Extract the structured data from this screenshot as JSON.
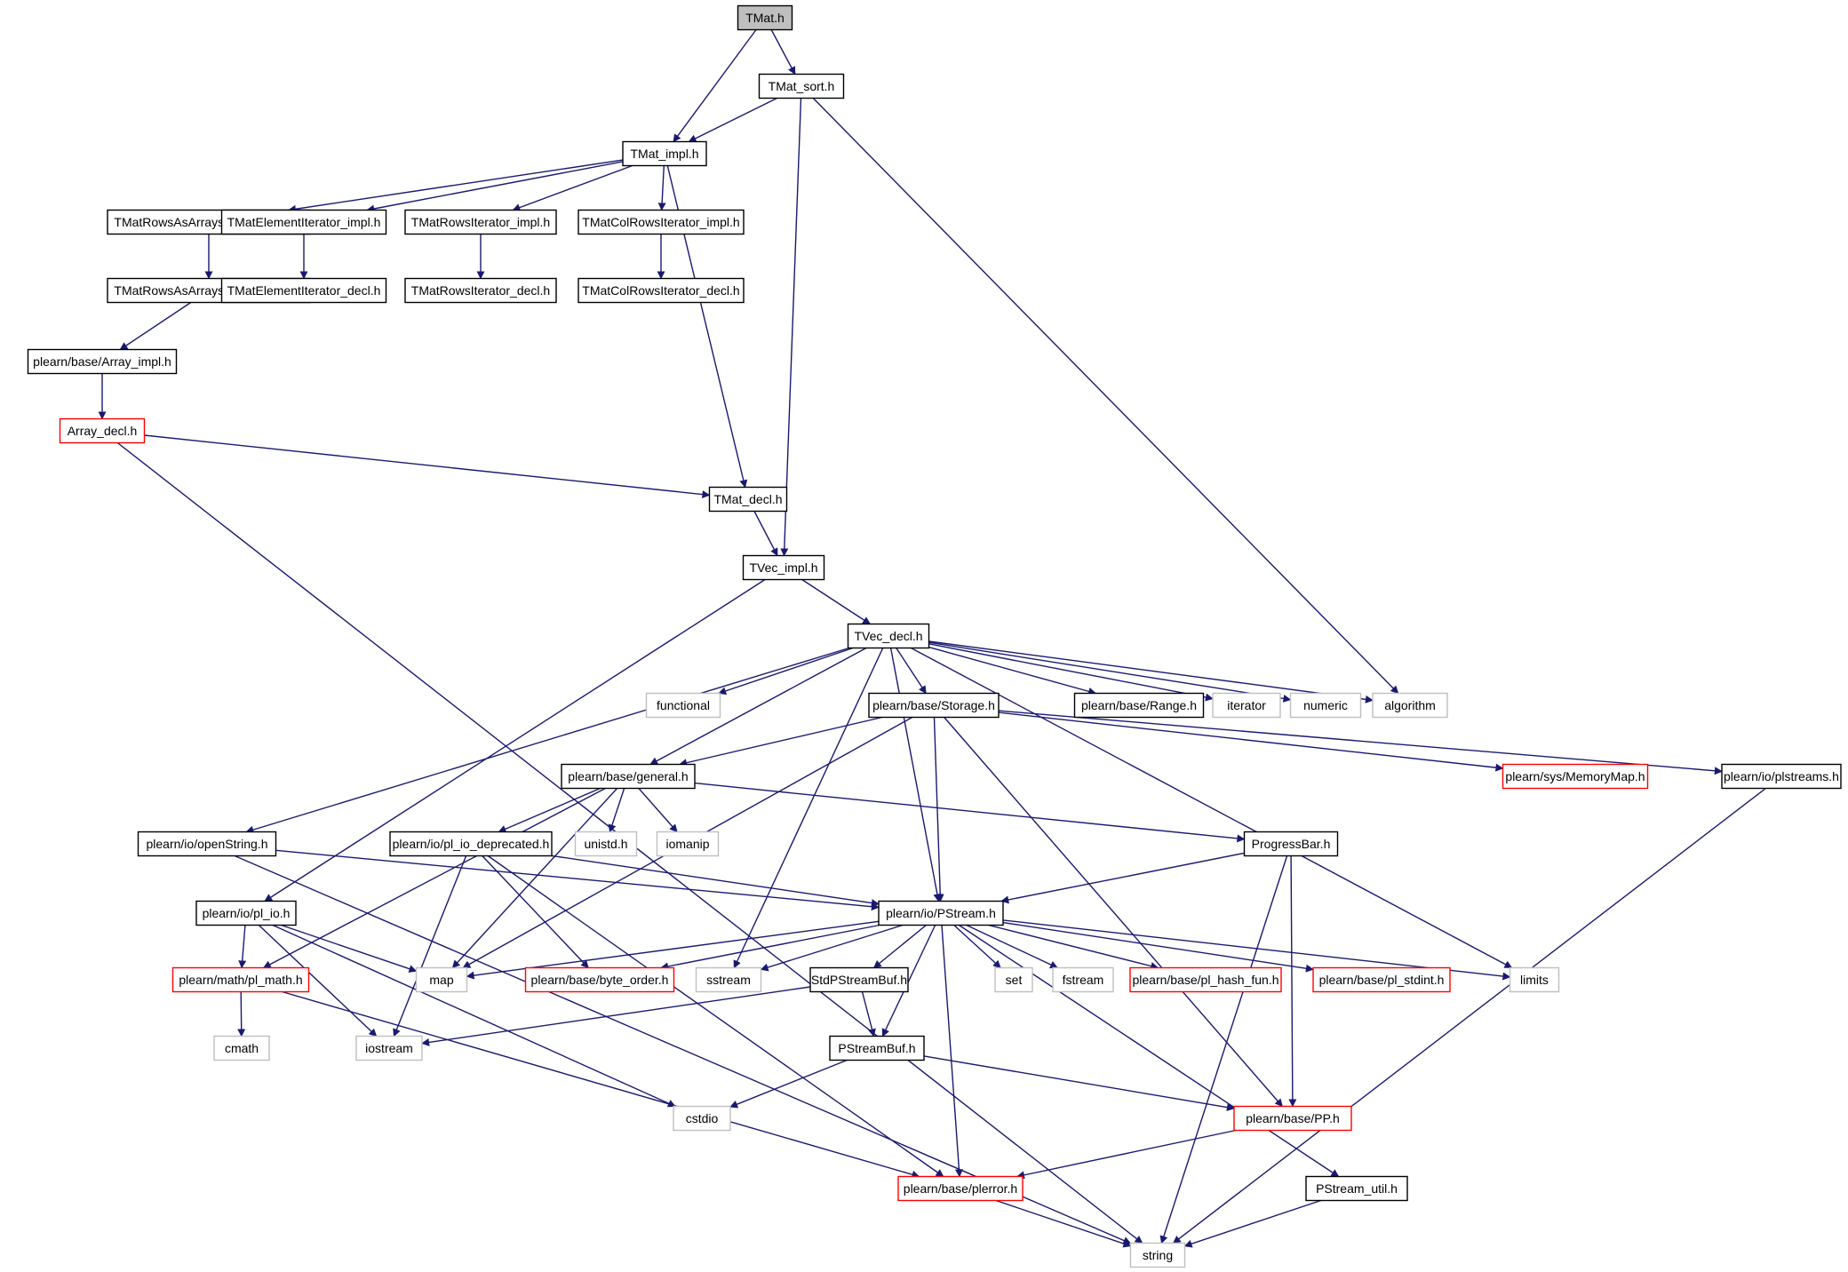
{
  "colors": {
    "edge": "#191970",
    "root_fill": "#bfbfbf",
    "border_default": "#000000",
    "border_truncated": "#ff0000",
    "border_system": "#bfbfbf",
    "fill": "#ffffff"
  },
  "nodes": [
    {
      "id": "TMat",
      "label": "TMat.h",
      "kind": "root"
    },
    {
      "id": "TMat_sort",
      "label": "TMat_sort.h",
      "kind": "default"
    },
    {
      "id": "TMat_impl",
      "label": "TMat_impl.h",
      "kind": "default"
    },
    {
      "id": "TMatRowsAsArraysIterator_impl",
      "label": "TMatRowsAsArraysIterator_impl.h",
      "kind": "default"
    },
    {
      "id": "TMatElementIterator_impl",
      "label": "TMatElementIterator_impl.h",
      "kind": "default"
    },
    {
      "id": "TMatRowsIterator_impl",
      "label": "TMatRowsIterator_impl.h",
      "kind": "default"
    },
    {
      "id": "TMatColRowsIterator_impl",
      "label": "TMatColRowsIterator_impl.h",
      "kind": "default"
    },
    {
      "id": "TMatRowsAsArraysIterator_decl",
      "label": "TMatRowsAsArraysIterator_decl.h",
      "kind": "default"
    },
    {
      "id": "TMatElementIterator_decl",
      "label": "TMatElementIterator_decl.h",
      "kind": "default"
    },
    {
      "id": "TMatRowsIterator_decl",
      "label": "TMatRowsIterator_decl.h",
      "kind": "default"
    },
    {
      "id": "TMatColRowsIterator_decl",
      "label": "TMatColRowsIterator_decl.h",
      "kind": "default"
    },
    {
      "id": "Array_impl",
      "label": "plearn/base/Array_impl.h",
      "kind": "default"
    },
    {
      "id": "Array_decl",
      "label": "Array_decl.h",
      "kind": "truncated"
    },
    {
      "id": "TMat_decl",
      "label": "TMat_decl.h",
      "kind": "default"
    },
    {
      "id": "TVec_impl",
      "label": "TVec_impl.h",
      "kind": "default"
    },
    {
      "id": "TVec_decl",
      "label": "TVec_decl.h",
      "kind": "default"
    },
    {
      "id": "functional",
      "label": "functional",
      "kind": "system"
    },
    {
      "id": "Storage",
      "label": "plearn/base/Storage.h",
      "kind": "default"
    },
    {
      "id": "Range",
      "label": "plearn/base/Range.h",
      "kind": "default"
    },
    {
      "id": "iterator",
      "label": "iterator",
      "kind": "system"
    },
    {
      "id": "numeric",
      "label": "numeric",
      "kind": "system"
    },
    {
      "id": "algorithm",
      "label": "algorithm",
      "kind": "system"
    },
    {
      "id": "general",
      "label": "plearn/base/general.h",
      "kind": "default"
    },
    {
      "id": "MemoryMap",
      "label": "plearn/sys/MemoryMap.h",
      "kind": "truncated"
    },
    {
      "id": "plstreams",
      "label": "plearn/io/plstreams.h",
      "kind": "default"
    },
    {
      "id": "openString",
      "label": "plearn/io/openString.h",
      "kind": "default"
    },
    {
      "id": "pl_io_deprecated",
      "label": "plearn/io/pl_io_deprecated.h",
      "kind": "default"
    },
    {
      "id": "unistd",
      "label": "unistd.h",
      "kind": "system"
    },
    {
      "id": "iomanip",
      "label": "iomanip",
      "kind": "system"
    },
    {
      "id": "ProgressBar",
      "label": "ProgressBar.h",
      "kind": "default"
    },
    {
      "id": "pl_io",
      "label": "plearn/io/pl_io.h",
      "kind": "default"
    },
    {
      "id": "PStream",
      "label": "plearn/io/PStream.h",
      "kind": "default"
    },
    {
      "id": "pl_math",
      "label": "plearn/math/pl_math.h",
      "kind": "truncated"
    },
    {
      "id": "map",
      "label": "map",
      "kind": "system"
    },
    {
      "id": "byte_order",
      "label": "plearn/base/byte_order.h",
      "kind": "truncated"
    },
    {
      "id": "sstream",
      "label": "sstream",
      "kind": "system"
    },
    {
      "id": "StdPStreamBuf",
      "label": "StdPStreamBuf.h",
      "kind": "default"
    },
    {
      "id": "set",
      "label": "set",
      "kind": "system"
    },
    {
      "id": "fstream",
      "label": "fstream",
      "kind": "system"
    },
    {
      "id": "pl_hash_fun",
      "label": "plearn/base/pl_hash_fun.h",
      "kind": "truncated"
    },
    {
      "id": "pl_stdint",
      "label": "plearn/base/pl_stdint.h",
      "kind": "truncated"
    },
    {
      "id": "limits",
      "label": "limits",
      "kind": "system"
    },
    {
      "id": "cmath",
      "label": "cmath",
      "kind": "system"
    },
    {
      "id": "iostream",
      "label": "iostream",
      "kind": "system"
    },
    {
      "id": "PStreamBuf",
      "label": "PStreamBuf.h",
      "kind": "default"
    },
    {
      "id": "cstdio",
      "label": "cstdio",
      "kind": "system"
    },
    {
      "id": "PP",
      "label": "plearn/base/PP.h",
      "kind": "truncated"
    },
    {
      "id": "plerror",
      "label": "plearn/base/plerror.h",
      "kind": "truncated"
    },
    {
      "id": "PStream_util",
      "label": "PStream_util.h",
      "kind": "default"
    },
    {
      "id": "string",
      "label": "string",
      "kind": "system"
    }
  ],
  "edges": [
    [
      "TMat",
      "TMat_sort"
    ],
    [
      "TMat",
      "TMat_impl"
    ],
    [
      "TMat_sort",
      "TMat_impl"
    ],
    [
      "TMat_sort",
      "TVec_impl"
    ],
    [
      "TMat_sort",
      "algorithm"
    ],
    [
      "TMat_impl",
      "TMatRowsAsArraysIterator_impl"
    ],
    [
      "TMat_impl",
      "TMatElementIterator_impl"
    ],
    [
      "TMat_impl",
      "TMatRowsIterator_impl"
    ],
    [
      "TMat_impl",
      "TMatColRowsIterator_impl"
    ],
    [
      "TMat_impl",
      "TMat_decl"
    ],
    [
      "TMatRowsAsArraysIterator_impl",
      "TMatRowsAsArraysIterator_decl"
    ],
    [
      "TMatElementIterator_impl",
      "TMatElementIterator_decl"
    ],
    [
      "TMatRowsIterator_impl",
      "TMatRowsIterator_decl"
    ],
    [
      "TMatColRowsIterator_impl",
      "TMatColRowsIterator_decl"
    ],
    [
      "TMatRowsAsArraysIterator_decl",
      "Array_impl"
    ],
    [
      "Array_impl",
      "Array_decl"
    ],
    [
      "Array_decl",
      "TMat_decl"
    ],
    [
      "Array_decl",
      "string"
    ],
    [
      "TMat_decl",
      "TVec_impl"
    ],
    [
      "TVec_impl",
      "TVec_decl"
    ],
    [
      "TVec_impl",
      "pl_io"
    ],
    [
      "TVec_decl",
      "functional"
    ],
    [
      "TVec_decl",
      "Storage"
    ],
    [
      "TVec_decl",
      "Range"
    ],
    [
      "TVec_decl",
      "iterator"
    ],
    [
      "TVec_decl",
      "numeric"
    ],
    [
      "TVec_decl",
      "algorithm"
    ],
    [
      "TVec_decl",
      "general"
    ],
    [
      "TVec_decl",
      "openString"
    ],
    [
      "TVec_decl",
      "PStream"
    ],
    [
      "TVec_decl",
      "sstream"
    ],
    [
      "TVec_decl",
      "limits"
    ],
    [
      "Storage",
      "general"
    ],
    [
      "Storage",
      "MemoryMap"
    ],
    [
      "Storage",
      "plstreams"
    ],
    [
      "Storage",
      "PStream"
    ],
    [
      "Storage",
      "map"
    ],
    [
      "Storage",
      "PP"
    ],
    [
      "general",
      "pl_io_deprecated"
    ],
    [
      "general",
      "unistd"
    ],
    [
      "general",
      "iomanip"
    ],
    [
      "general",
      "ProgressBar"
    ],
    [
      "general",
      "map"
    ],
    [
      "general",
      "pl_math"
    ],
    [
      "openString",
      "PStream"
    ],
    [
      "openString",
      "string"
    ],
    [
      "pl_io_deprecated",
      "PStream"
    ],
    [
      "pl_io_deprecated",
      "byte_order"
    ],
    [
      "pl_io_deprecated",
      "iostream"
    ],
    [
      "pl_io_deprecated",
      "plerror"
    ],
    [
      "ProgressBar",
      "PStream"
    ],
    [
      "ProgressBar",
      "PP"
    ],
    [
      "ProgressBar",
      "string"
    ],
    [
      "pl_io",
      "pl_math"
    ],
    [
      "pl_io",
      "map"
    ],
    [
      "pl_io",
      "iostream"
    ],
    [
      "pl_io",
      "cstdio"
    ],
    [
      "PStream",
      "map"
    ],
    [
      "PStream",
      "byte_order"
    ],
    [
      "PStream",
      "sstream"
    ],
    [
      "PStream",
      "StdPStreamBuf"
    ],
    [
      "PStream",
      "PStreamBuf"
    ],
    [
      "PStream",
      "set"
    ],
    [
      "PStream",
      "fstream"
    ],
    [
      "PStream",
      "pl_hash_fun"
    ],
    [
      "PStream",
      "pl_stdint"
    ],
    [
      "PStream",
      "limits"
    ],
    [
      "PStream",
      "plerror"
    ],
    [
      "PStream",
      "PStream_util"
    ],
    [
      "pl_math",
      "cmath"
    ],
    [
      "pl_math",
      "plerror"
    ],
    [
      "StdPStreamBuf",
      "PStreamBuf"
    ],
    [
      "StdPStreamBuf",
      "iostream"
    ],
    [
      "PStreamBuf",
      "cstdio"
    ],
    [
      "PStreamBuf",
      "PP"
    ],
    [
      "PP",
      "plerror"
    ],
    [
      "plerror",
      "string"
    ],
    [
      "PStream_util",
      "string"
    ],
    [
      "plstreams",
      "string"
    ]
  ]
}
